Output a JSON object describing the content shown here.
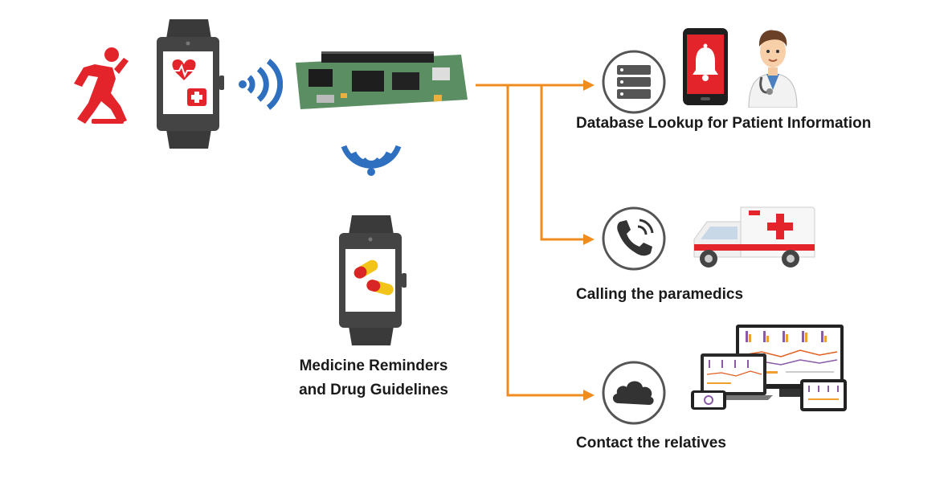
{
  "diagram": {
    "labels": {
      "database": "Database Lookup for Patient Information",
      "paramedics": "Calling the paramedics",
      "relatives": "Contact the relatives",
      "medicine_line1": "Medicine Reminders",
      "medicine_line2": "and Drug Guidelines"
    },
    "colors": {
      "connector": "#f08c1e",
      "alert_red": "#e3242b",
      "wifi_blue": "#2f6fc0",
      "watch_body": "#3a3a3a",
      "circle_gray": "#5a5a5a",
      "board_green": "#4f8a5b"
    },
    "icons": [
      "falling-person-icon",
      "smartwatch-health-icon",
      "wifi-signal-icon",
      "iot-board-icon",
      "smartwatch-pills-icon",
      "database-server-icon",
      "alarm-phone-icon",
      "doctor-icon",
      "phone-call-icon",
      "ambulance-icon",
      "cloud-icon",
      "devices-dashboard-icon"
    ]
  }
}
